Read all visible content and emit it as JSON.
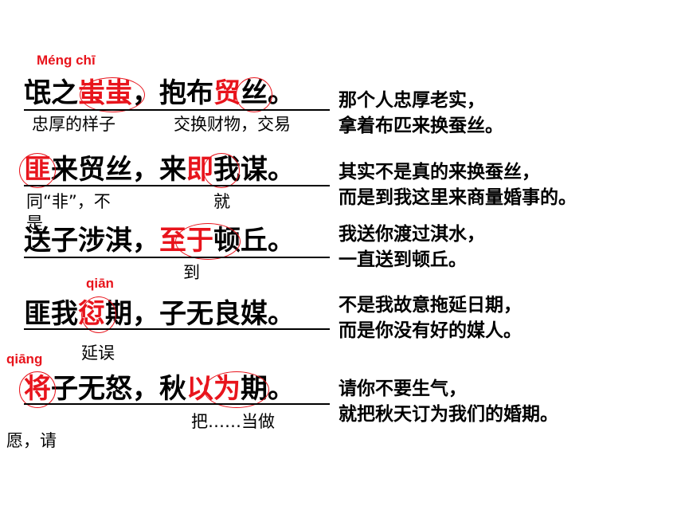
{
  "lines": [
    {
      "pre": "氓之",
      "hl1": "蚩蚩",
      "mid": "，抱布",
      "hl2": "贸",
      "post": "丝。",
      "pinyin": "Méng   chī",
      "glosses": [
        "忠厚的样子",
        "交换财物，交易"
      ],
      "translation": [
        "那个人忠厚老实，",
        "拿着布匹来换蚕丝。"
      ]
    },
    {
      "hl1": "匪",
      "mid": "来贸丝，来",
      "hl2": "即",
      "post": "我谋。",
      "glosses": [
        "同“非”，不",
        "是",
        "就"
      ],
      "translation": [
        "其实不是真的来换蚕丝，",
        "而是到我这里来商量婚事的。"
      ]
    },
    {
      "pre": "送子涉淇，",
      "hl1": "至于",
      "post": "顿丘。",
      "glosses": [
        "到"
      ],
      "translation": [
        "我送你渡过淇水，",
        "一直送到顿丘。"
      ]
    },
    {
      "pre": "匪我",
      "hl1": "愆",
      "post": "期，子无良媒。",
      "pinyin": "qiān",
      "glosses": [
        "延误"
      ],
      "translation": [
        "不是我故意拖延日期，",
        "而是你没有好的媒人。"
      ]
    },
    {
      "hl1": "将",
      "mid": "子无怒，秋",
      "hl2": "以为",
      "post": "期。",
      "pinyin": "qiāng",
      "glosses": [
        "愿，请",
        "把……当做"
      ],
      "translation": [
        "请你不要生气，",
        "就把秋天订为我们的婚期。"
      ]
    }
  ],
  "colors": {
    "highlight": "#e8141c",
    "text": "#000000",
    "background": "#ffffff"
  }
}
